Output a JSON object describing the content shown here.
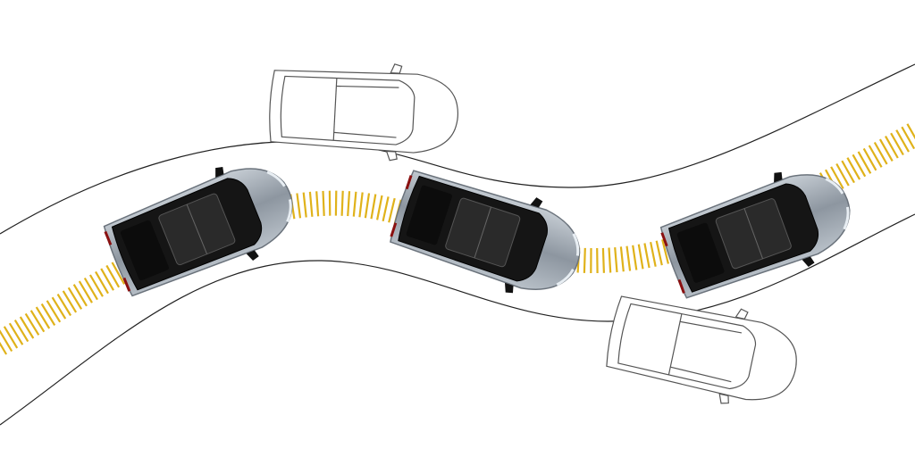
{
  "scene": {
    "colors": {
      "background": "#ffffff",
      "road_edge": "#222222",
      "lane_marking": "#e0b21a",
      "car_body": "#9aa3ad",
      "car_roof": "#151515",
      "car_glass": "#3a3a3a",
      "outline_car_stroke": "#555555"
    },
    "elements": [
      "road-curve",
      "lane-assist-marking",
      "solid-car-1",
      "solid-car-2",
      "solid-car-3",
      "outline-car-upper",
      "outline-car-lower"
    ]
  }
}
